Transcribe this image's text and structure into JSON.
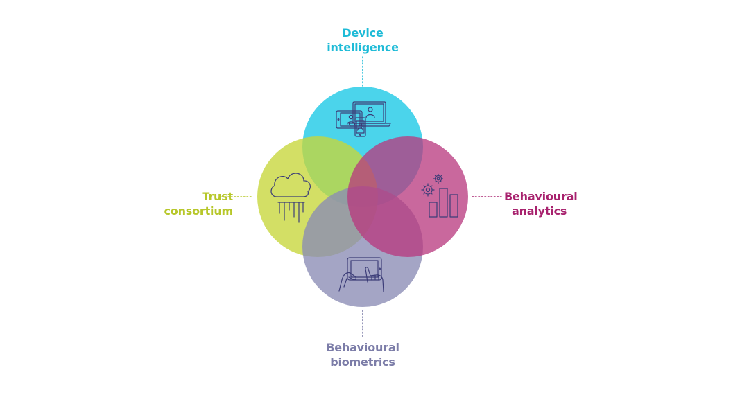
{
  "diagram": {
    "circles": [
      {
        "id": "device",
        "lines": [
          "Device",
          "intelligence"
        ],
        "color": "#2ccde8",
        "label_color": "#1ebbd7",
        "icon": "devices-icon"
      },
      {
        "id": "analytics",
        "lines": [
          "Behavioural",
          "analytics"
        ],
        "color": "#b8397e",
        "label_color": "#a8226e",
        "icon": "analytics-gears-chart-icon"
      },
      {
        "id": "biometrics",
        "lines": [
          "Behavioural",
          "biometrics"
        ],
        "color": "#8b8cb5",
        "label_color": "#7c7da8",
        "icon": "tablet-hands-icon"
      },
      {
        "id": "trust",
        "lines": [
          "Trust",
          "consortium"
        ],
        "color": "#c7d63a",
        "label_color": "#b7c72a",
        "icon": "cloud-data-icon"
      }
    ],
    "icon_stroke": "#3c3d78"
  }
}
